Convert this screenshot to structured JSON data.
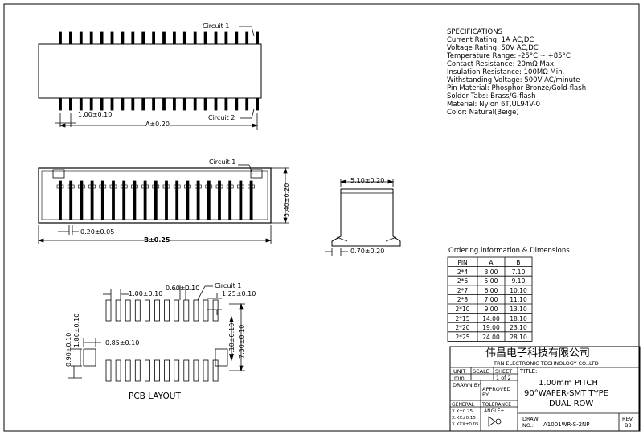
{
  "top_view": {
    "circuit1_label": "Circuit 1",
    "circuit2_label": "Circuit 2",
    "pitch_dim": "1.00±0.10",
    "a_dim": "A±0.20"
  },
  "front_view": {
    "circuit1_label": "Circuit 1",
    "height_dim": "5.40±0.20",
    "pin_width_dim": "0.20±0.05",
    "b_dim": "B±0.25"
  },
  "side_view": {
    "width_dim": "5.10±0.20",
    "tab_dim": "0.70±0.20"
  },
  "pcb_layout": {
    "pitch_dim": "1.00±0.10",
    "pad_width_dim": "0.60±0.10",
    "circuit1_label": "Circuit 1",
    "pad_length_dim": "1.25±0.10",
    "tab_width_dim": "0.85±0.10",
    "tab_v1_dim": "0.90±0.10",
    "tab_v2_dim": "1.80±0.10",
    "row_gap_dim": "4.10±0.10",
    "overall_dim": "7.30±0.10",
    "title": "PCB LAYOUT"
  },
  "specifications": {
    "heading": "SPECIFICATIONS",
    "lines": [
      "Current Rating: 1A AC,DC",
      "Voltage Rating: 50V AC,DC",
      "Temperature Range: -25°C ~ +85°C",
      "Contact Resistance: 20mΩ Max.",
      "Insulation Resistance: 100MΩ Min.",
      "Withstanding Voltage: 500V AC/minute",
      "Pin Material: Phosphor Bronze/Gold-flash",
      "Solder Tabs: Brass/G-flash",
      "Material: Nylon 6T,UL94V-0",
      "Color: Natural(Beige)"
    ]
  },
  "ordering": {
    "heading": "Ordering information & Dimensions",
    "columns": [
      "PIN",
      "A",
      "B"
    ],
    "rows": [
      [
        "2*4",
        "3.00",
        "7.10"
      ],
      [
        "2*6",
        "5.00",
        "9.10"
      ],
      [
        "2*7",
        "6.00",
        "10.10"
      ],
      [
        "2*8",
        "7.00",
        "11.10"
      ],
      [
        "2*10",
        "9.00",
        "13.10"
      ],
      [
        "2*15",
        "14.00",
        "18.10"
      ],
      [
        "2*20",
        "19.00",
        "23.10"
      ],
      [
        "2*25",
        "24.00",
        "28.10"
      ]
    ]
  },
  "title_block": {
    "company_cn": "伟昌电子科技有限公司",
    "company_en": "TRN ELECTRONIC TECHNOLOGY CO.,LTD",
    "unit_label": "UNIT",
    "unit_value": "mm",
    "scale_label": "SCALE",
    "sheet_label": "SHEET",
    "sheet_value": "1 of 2",
    "title_label": "TITLE:",
    "title_line1": "1.00mm PITCH",
    "title_line2": "90°WAFER-SMT TYPE",
    "title_line3": "DUAL ROW",
    "drawn_by": "DRAWN BY",
    "approved_label": "APPROVED",
    "approved_by": "BY",
    "general": "GENERAL",
    "tolerance": "TOLERANCE",
    "angle": "ANGLE±",
    "tol1": "X.X±0.25",
    "tol2": "X.XX±0.15",
    "tol3": "X.XXX±0.05",
    "draw_label": "DRAW",
    "no_label": "NO.:",
    "drawing_no": "A1001WR-S-2NP",
    "rev_label": "REV.",
    "rev_value": "B3"
  }
}
